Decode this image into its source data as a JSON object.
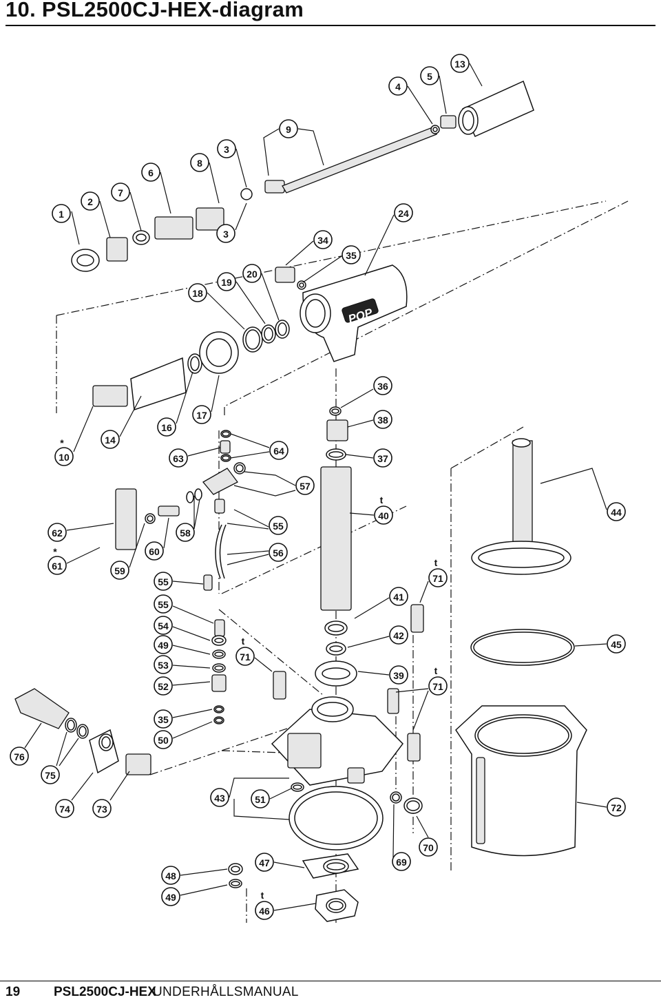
{
  "page_title": "10. PSL2500CJ-HEX-diagram",
  "logo_text": "POP",
  "footer": {
    "page_number": "19",
    "manual_prefix": "PSL2500CJ-HEX",
    "manual_suffix": "UNDERHÅLLSMANUAL"
  },
  "callouts": [
    {
      "label": "1",
      "mark": ""
    },
    {
      "label": "2",
      "mark": ""
    },
    {
      "label": "7",
      "mark": ""
    },
    {
      "label": "6",
      "mark": ""
    },
    {
      "label": "8",
      "mark": ""
    },
    {
      "label": "3",
      "mark": ""
    },
    {
      "label": "3",
      "mark": ""
    },
    {
      "label": "9",
      "mark": ""
    },
    {
      "label": "4",
      "mark": ""
    },
    {
      "label": "5",
      "mark": ""
    },
    {
      "label": "13",
      "mark": ""
    },
    {
      "label": "24",
      "mark": ""
    },
    {
      "label": "34",
      "mark": ""
    },
    {
      "label": "35",
      "mark": ""
    },
    {
      "label": "18",
      "mark": ""
    },
    {
      "label": "19",
      "mark": ""
    },
    {
      "label": "20",
      "mark": ""
    },
    {
      "label": "10",
      "mark": "*"
    },
    {
      "label": "14",
      "mark": ""
    },
    {
      "label": "16",
      "mark": ""
    },
    {
      "label": "17",
      "mark": ""
    },
    {
      "label": "36",
      "mark": ""
    },
    {
      "label": "38",
      "mark": ""
    },
    {
      "label": "37",
      "mark": ""
    },
    {
      "label": "63",
      "mark": ""
    },
    {
      "label": "64",
      "mark": ""
    },
    {
      "label": "57",
      "mark": ""
    },
    {
      "label": "40",
      "mark": "t"
    },
    {
      "label": "44",
      "mark": ""
    },
    {
      "label": "62",
      "mark": ""
    },
    {
      "label": "58",
      "mark": ""
    },
    {
      "label": "55",
      "mark": ""
    },
    {
      "label": "61",
      "mark": "*"
    },
    {
      "label": "60",
      "mark": ""
    },
    {
      "label": "56",
      "mark": ""
    },
    {
      "label": "59",
      "mark": ""
    },
    {
      "label": "71",
      "mark": "t"
    },
    {
      "label": "55",
      "mark": ""
    },
    {
      "label": "41",
      "mark": ""
    },
    {
      "label": "55",
      "mark": ""
    },
    {
      "label": "54",
      "mark": ""
    },
    {
      "label": "42",
      "mark": ""
    },
    {
      "label": "45",
      "mark": ""
    },
    {
      "label": "49",
      "mark": ""
    },
    {
      "label": "71",
      "mark": "t"
    },
    {
      "label": "53",
      "mark": ""
    },
    {
      "label": "39",
      "mark": ""
    },
    {
      "label": "71",
      "mark": "t"
    },
    {
      "label": "52",
      "mark": ""
    },
    {
      "label": "35",
      "mark": ""
    },
    {
      "label": "50",
      "mark": ""
    },
    {
      "label": "76",
      "mark": ""
    },
    {
      "label": "75",
      "mark": ""
    },
    {
      "label": "43",
      "mark": ""
    },
    {
      "label": "51",
      "mark": ""
    },
    {
      "label": "72",
      "mark": ""
    },
    {
      "label": "74",
      "mark": ""
    },
    {
      "label": "73",
      "mark": ""
    },
    {
      "label": "70",
      "mark": ""
    },
    {
      "label": "69",
      "mark": ""
    },
    {
      "label": "48",
      "mark": ""
    },
    {
      "label": "47",
      "mark": ""
    },
    {
      "label": "49",
      "mark": ""
    },
    {
      "label": "46",
      "mark": "t"
    }
  ]
}
